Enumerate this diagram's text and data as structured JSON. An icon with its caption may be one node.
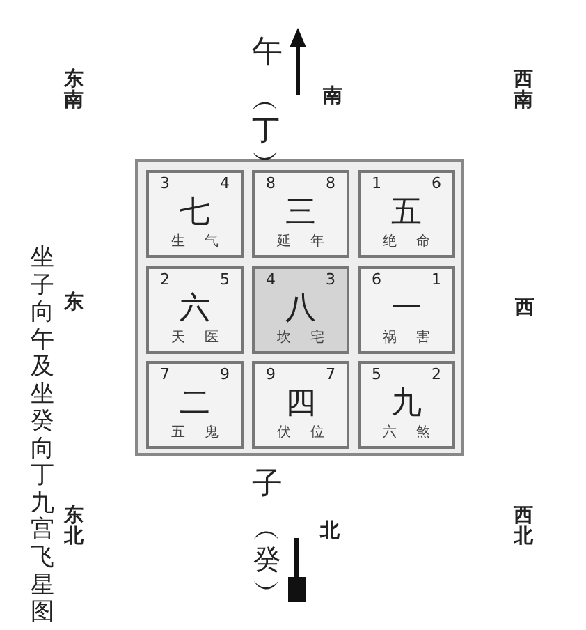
{
  "diagram": {
    "caption": "坐子向午及坐癸向丁九宫飞星图",
    "nodes": [
      {
        "text": [],
        "shape": "box"
      },
      {
        "text": [
          "3",
          "4",
          "七",
          "生气"
        ],
        "in": 0
      },
      {
        "text": [
          "8",
          "8",
          "三",
          "延年"
        ],
        "in": 0
      },
      {
        "text": [
          "1",
          "6",
          "五",
          "绝命"
        ],
        "in": 0
      },
      {
        "text": [
          "2",
          "5",
          "六",
          "天医"
        ],
        "in": 0
      },
      {
        "text": [
          "4",
          "3",
          "八",
          "坎宅"
        ],
        "in": 0
      },
      {
        "text": [
          "6",
          "1",
          "一",
          "祸害"
        ],
        "in": 0
      },
      {
        "text": [
          "7",
          "9",
          "二",
          "五鬼"
        ],
        "in": 0
      },
      {
        "text": [
          "9",
          "7",
          "四",
          "伏位"
        ],
        "in": 0
      },
      {
        "text": [
          "5",
          "2",
          "九",
          "六煞"
        ],
        "in": 0
      }
    ],
    "labels": [
      "东南",
      "午",
      "︵丁︶",
      "南",
      "西南",
      "东",
      "西",
      "子",
      "东北",
      "︵癸︶",
      "北",
      "西北"
    ]
  }
}
